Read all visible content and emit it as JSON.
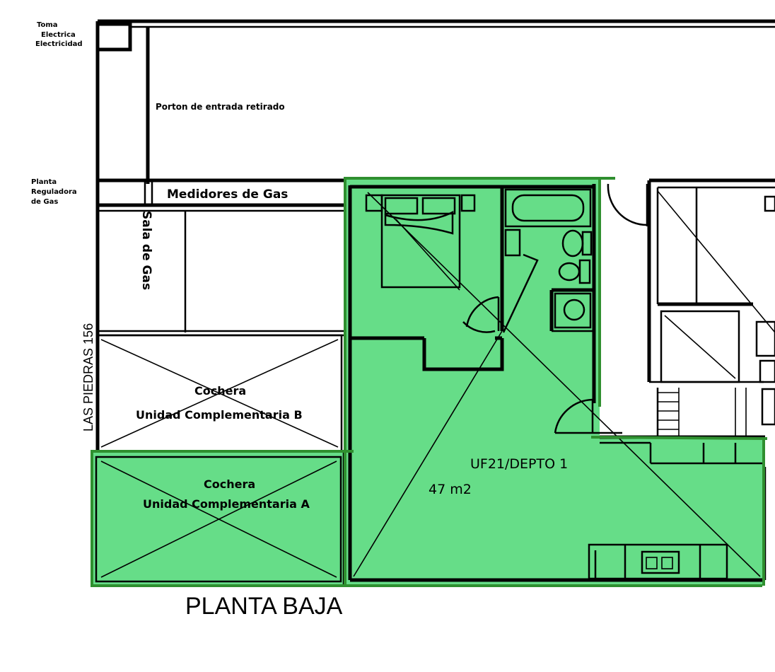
{
  "colors": {
    "highlight_fill": "#66dd88",
    "highlight_edge": "#2f8f2f",
    "lines": "#000000",
    "background": "#ffffff"
  },
  "labels": {
    "toma_1": "Toma",
    "toma_2": "Electrica",
    "toma_3": "Electricidad",
    "porton": "Porton de entrada retirado",
    "planta_1": "Planta",
    "planta_2": "Reguladora",
    "planta_3": "de Gas",
    "medidores": "Medidores de Gas",
    "sala": "Sala de Gas",
    "street": "LAS PIEDRAS 156",
    "cochera_b_title": "Cochera",
    "cochera_b_sub": "Unidad Complementaria B",
    "cochera_a_title": "Cochera",
    "cochera_a_sub": "Unidad Complementaria A",
    "unit_name": "UF21/DEPTO 1",
    "unit_area": "47 m2",
    "floor_title": "PLANTA BAJA"
  }
}
